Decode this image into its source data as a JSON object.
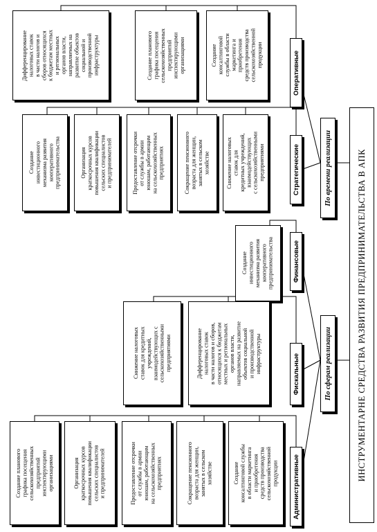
{
  "title": "ИНСТРУМЕНТАРНЕ СРЕДСТВА РАЗВИТИЯ ПРЕДПРИНИМАТЕЛЬСТВА В АПК",
  "groups": {
    "by_time": "По времени реализации",
    "by_sphere": "По сферам реализации"
  },
  "categories": {
    "operative": "Оперативные",
    "strategic": "Стратегические",
    "financial": "Финансовые",
    "fiscal": "Фискальные",
    "administrative": "Административные"
  },
  "items": {
    "op1": "Создание\nконсалтинговой\nслужбы в области\nмаркетинга и\nприобретения\nсредств производства\nсельскохозяйственной\nпродукции",
    "op2": "Создание планового\nграфика посещения\nсельскохозяйственных\nпредприятий\nинспектирующими\nорганизациями",
    "op3": "Дифференцирование\nналоговых ставок\nв части налогов и\nсборов относящихся\nк бюджетам местных\nи региональных\nорганов власти,\nнаправляемых на\nразвитие объектов\nсоциальной и\nпроизводственной\nинфраструктуры",
    "st1": "Снижение налоговых\nставок для\nкредитных учреждений,\nвзаимодействующих\nс сельскохозяйственными\nпредприятиями",
    "st2": "Сокращение пенсионного\nвозраста для женщин,\nзанятых в сельском\nхозяйстве",
    "st3": "Предоставление отсрочки\nот службы в армии\nюношам, работающим\nна сельскохозяйственных\nпредприятиях",
    "st4": "Организация\nкраткосрочных курсов\nповышения квалификации\nсельских специалистов\nи предпринимателей",
    "st5": "Создание\nинвестиционного\nмеханизма развития\nкооперативного\nпредпринимательства",
    "fin1": "Создание\nинвестиционного\nмеханизма развития\nкооперативного\nпредпринимательства",
    "fis1": "Дифференцирование\nналоговых ставок\nв части налогов и сборов,\nотносящихся к бюджетам\nместных и региональных\nорганов власти,\nнаправляемых на развитие\nобъектов социальной\nи производственной\nинфраструктуры",
    "fis2": "Снижение налоговых\nставок для кредитных\nучреждений,\nвзаимодействующих с\nсельскохозяйственными\nпредприятиями",
    "ad1": "Создание\nконсалтинговой службы\nв области маркетинга\nи приобретения\nсредств производства\nсельскохозяйственной\nпродукции",
    "ad2": "Сокращение пенсионного\nвозраста для женщин,\nзанятых в сельском\nхозяйстве",
    "ad3": "Предоставление отсрочки\nот службы в армии\nюношам, работающим\nна сельскохозяйственных\nпредприятиях",
    "ad4": "Организация\nкраткосрочных курсов\nповышения квалификации\nсельских специалистов\nи предпринимателей",
    "ad5": "Создание планового\nграфика посещения\nсельскохозяйственных\nпредприятий\nинспектирующими\nорганизациями"
  }
}
